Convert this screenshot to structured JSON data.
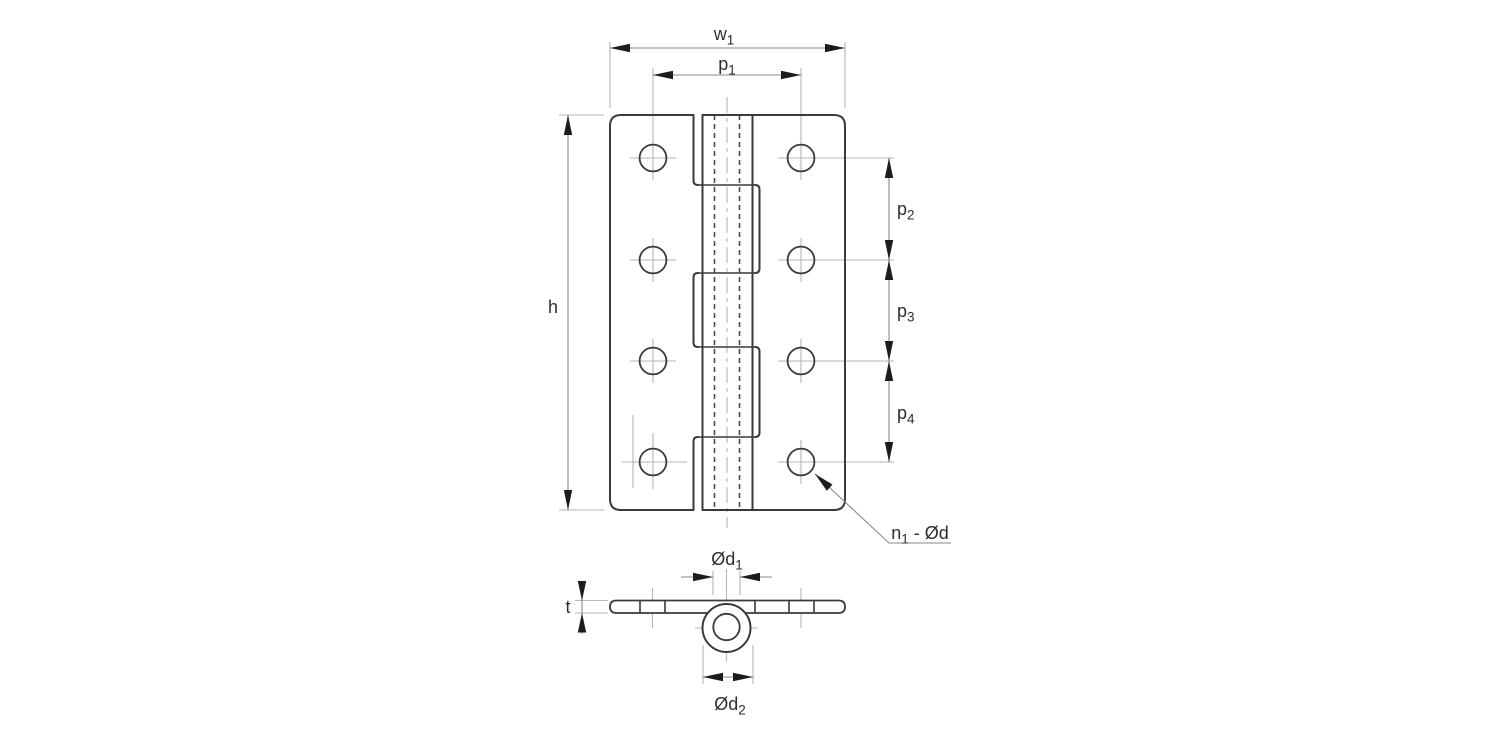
{
  "labels": {
    "w1": {
      "base": "w",
      "sub": "1"
    },
    "p1": {
      "base": "p",
      "sub": "1"
    },
    "h": {
      "base": "h"
    },
    "p2": {
      "base": "p",
      "sub": "2"
    },
    "p3": {
      "base": "p",
      "sub": "3"
    },
    "p4": {
      "base": "p",
      "sub": "4"
    },
    "n_holes": {
      "base": "n",
      "sub": "1",
      "suffix": " - Ød"
    },
    "t": {
      "base": "t"
    },
    "d1": {
      "base": "Ød",
      "sub": "1"
    },
    "d2": {
      "base": "Ød",
      "sub": "2"
    }
  },
  "colors": {
    "outline": "#3a3a3a",
    "hidden": "#4d4d4d",
    "centerline": "#b6b6b6",
    "dimension": "#8a8a8a",
    "arrow": "#1c1c1c",
    "text": "#2e2e2e",
    "background": "#ffffff"
  }
}
